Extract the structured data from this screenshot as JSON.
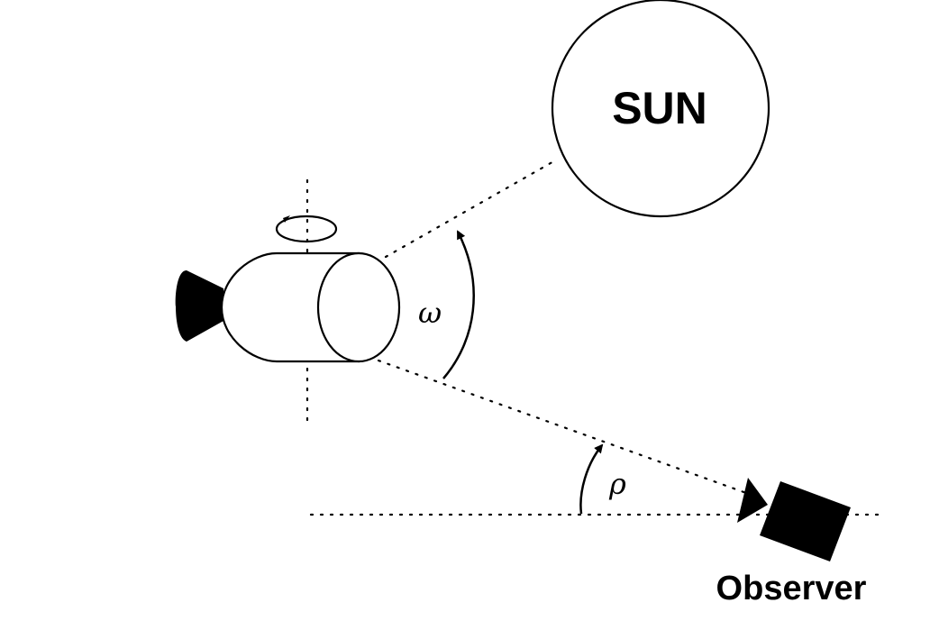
{
  "labels": {
    "sun": "SUN",
    "observer": "Observer",
    "omega": "ω",
    "rho": "ρ"
  },
  "colors": {
    "ink": "#000000",
    "background": "#ffffff"
  }
}
